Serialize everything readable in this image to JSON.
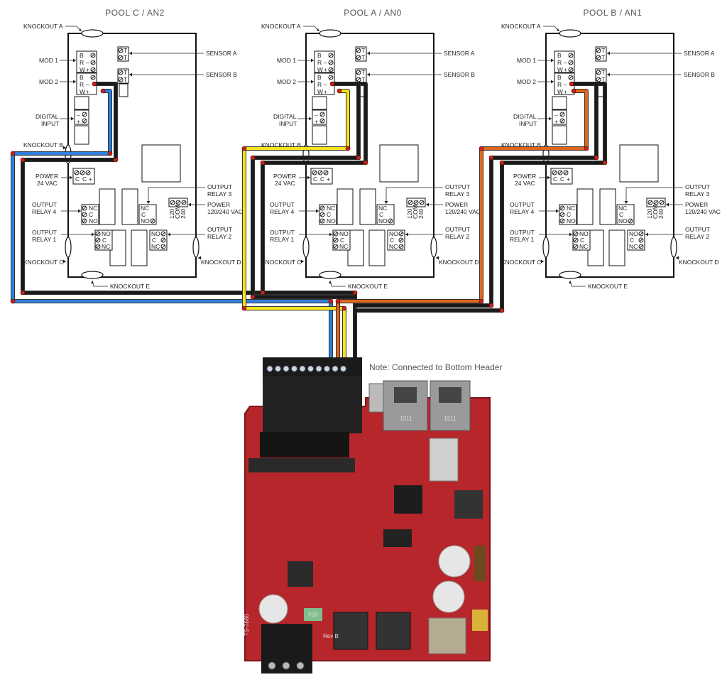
{
  "colors": {
    "blue": "#2f7fdc",
    "black": "#1a1a1a",
    "yellow": "#f7e31b",
    "orange": "#e0661a",
    "red_dot": "#c0251d",
    "board": "#b7262b"
  },
  "pools": [
    {
      "title": "POOL C / AN2",
      "labels": {
        "knockout_a": "KNOCKOUT A",
        "knockout_b": "KNOCKOUT B",
        "knockout_c": "KNOCKOUT C",
        "knockout_d": "KNOCKOUT D",
        "knockout_e": "KNOCKOUT E",
        "mod1": "MOD 1",
        "mod2": "MOD 2",
        "digital_input_1": "DIGITAL",
        "digital_input_2": "INPUT",
        "sensor_a": "SENSOR A",
        "sensor_b": "SENSOR B",
        "power24_1": "POWER",
        "power24_2": "24 VAC",
        "relay4_1": "OUTPUT",
        "relay4_2": "RELAY 4",
        "relay1_1": "OUTPUT",
        "relay1_2": "RELAY 1",
        "relay3_1": "OUTPUT",
        "relay3_2": "RELAY 3",
        "relay2_1": "OUTPUT",
        "relay2_2": "RELAY 2",
        "power120_1": "POWER",
        "power120_2": "120/240 VAC"
      }
    },
    {
      "title": "POOL A / AN0",
      "labels": {
        "knockout_a": "KNOCKOUT A",
        "knockout_b": "KNOCKOUT B",
        "knockout_c": "KNOCKOUT C",
        "knockout_d": "KNOCKOUT D",
        "knockout_e": "KNOCKOUT E",
        "mod1": "MOD 1",
        "mod2": "MOD 2",
        "digital_input_1": "DIGITAL",
        "digital_input_2": "INPUT",
        "sensor_a": "SENSOR A",
        "sensor_b": "SENSOR B",
        "power24_1": "POWER",
        "power24_2": "24 VAC",
        "relay4_1": "OUTPUT",
        "relay4_2": "RELAY 4",
        "relay1_1": "OUTPUT",
        "relay1_2": "RELAY 1",
        "relay3_1": "OUTPUT",
        "relay3_2": "RELAY 3",
        "relay2_1": "OUTPUT",
        "relay2_2": "RELAY 2",
        "power120_1": "POWER",
        "power120_2": "120/240 VAC"
      }
    },
    {
      "title": "POOL B / AN1",
      "labels": {
        "knockout_a": "KNOCKOUT A",
        "knockout_b": "KNOCKOUT B",
        "knockout_c": "KNOCKOUT C",
        "knockout_d": "KNOCKOUT D",
        "knockout_e": "KNOCKOUT E",
        "mod1": "MOD 1",
        "mod2": "MOD 2",
        "digital_input_1": "DIGITAL",
        "digital_input_2": "INPUT",
        "sensor_a": "SENSOR A",
        "sensor_b": "SENSOR B",
        "power24_1": "POWER",
        "power24_2": "24 VAC",
        "relay4_1": "OUTPUT",
        "relay4_2": "RELAY 4",
        "relay1_1": "OUTPUT",
        "relay1_2": "RELAY 1",
        "relay3_1": "OUTPUT",
        "relay3_2": "RELAY 3",
        "relay2_1": "OUTPUT",
        "relay2_2": "RELAY 2",
        "power120_1": "POWER",
        "power120_2": "120/240 VAC"
      }
    }
  ],
  "terminals": {
    "mod_b": "B",
    "mod_r": "R",
    "mod_w": "W",
    "minus": "–",
    "plus": "+",
    "sensor_t": "T",
    "nc": "NC",
    "c": "C",
    "no": "NO",
    "ac_c": "C",
    "v120": "120",
    "com": "COM",
    "v240": "240"
  },
  "note": "Note:  Connected to Bottom Header",
  "board": {
    "jack_text": "1511",
    "rev_text": "Rev B",
    "model_text": "TS-7680",
    "small_text": "F50"
  }
}
